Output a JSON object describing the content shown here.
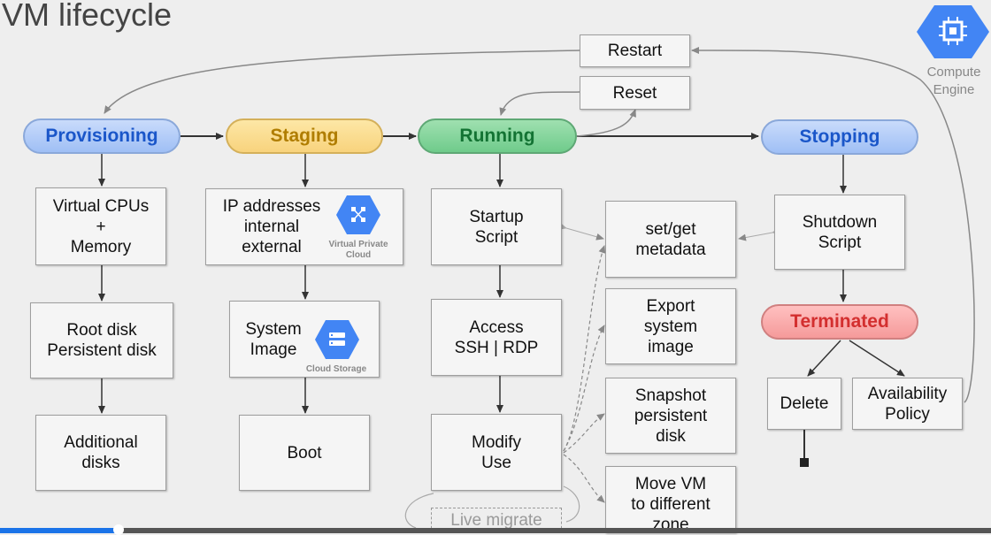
{
  "title": "VM lifecycle",
  "states": {
    "provisioning": "Provisioning",
    "staging": "Staging",
    "running": "Running",
    "stopping": "Stopping",
    "terminated": "Terminated"
  },
  "boxes": {
    "restart": "Restart",
    "reset": "Reset",
    "vcpus": [
      "Virtual CPUs",
      "+",
      "Memory"
    ],
    "rootdisk": [
      "Root disk",
      "Persistent disk"
    ],
    "additional": [
      "Additional",
      "disks"
    ],
    "ip": [
      "IP addresses",
      "internal",
      "external"
    ],
    "system_image": [
      "System",
      "Image"
    ],
    "boot": "Boot",
    "startup": [
      "Startup",
      "Script"
    ],
    "access": [
      "Access",
      "SSH | RDP"
    ],
    "modify": [
      "Modify",
      "Use"
    ],
    "live_migrate": "Live migrate",
    "metadata": [
      "set/get",
      "metadata"
    ],
    "export": [
      "Export",
      "system",
      "image"
    ],
    "snapshot": [
      "Snapshot",
      "persistent",
      "disk"
    ],
    "move": [
      "Move VM",
      "to different",
      "zone"
    ],
    "shutdown": [
      "Shutdown",
      "Script"
    ],
    "delete": "Delete",
    "availability": [
      "Availability",
      "Policy"
    ]
  },
  "services": {
    "vpc": [
      "Virtual Private",
      "Cloud"
    ],
    "storage": "Cloud Storage",
    "compute": [
      "Compute",
      "Engine"
    ]
  },
  "icons": {
    "vpc": "network-hex-icon",
    "storage": "storage-hex-icon",
    "compute": "chip-hex-icon"
  },
  "colors": {
    "provisioning": "#9fbff5",
    "staging": "#f8d37d",
    "running": "#6fcb8b",
    "stopping": "#9fbff5",
    "terminated": "#f59a9a",
    "gcp_blue": "#4285f4"
  },
  "video_progress": 0.12
}
